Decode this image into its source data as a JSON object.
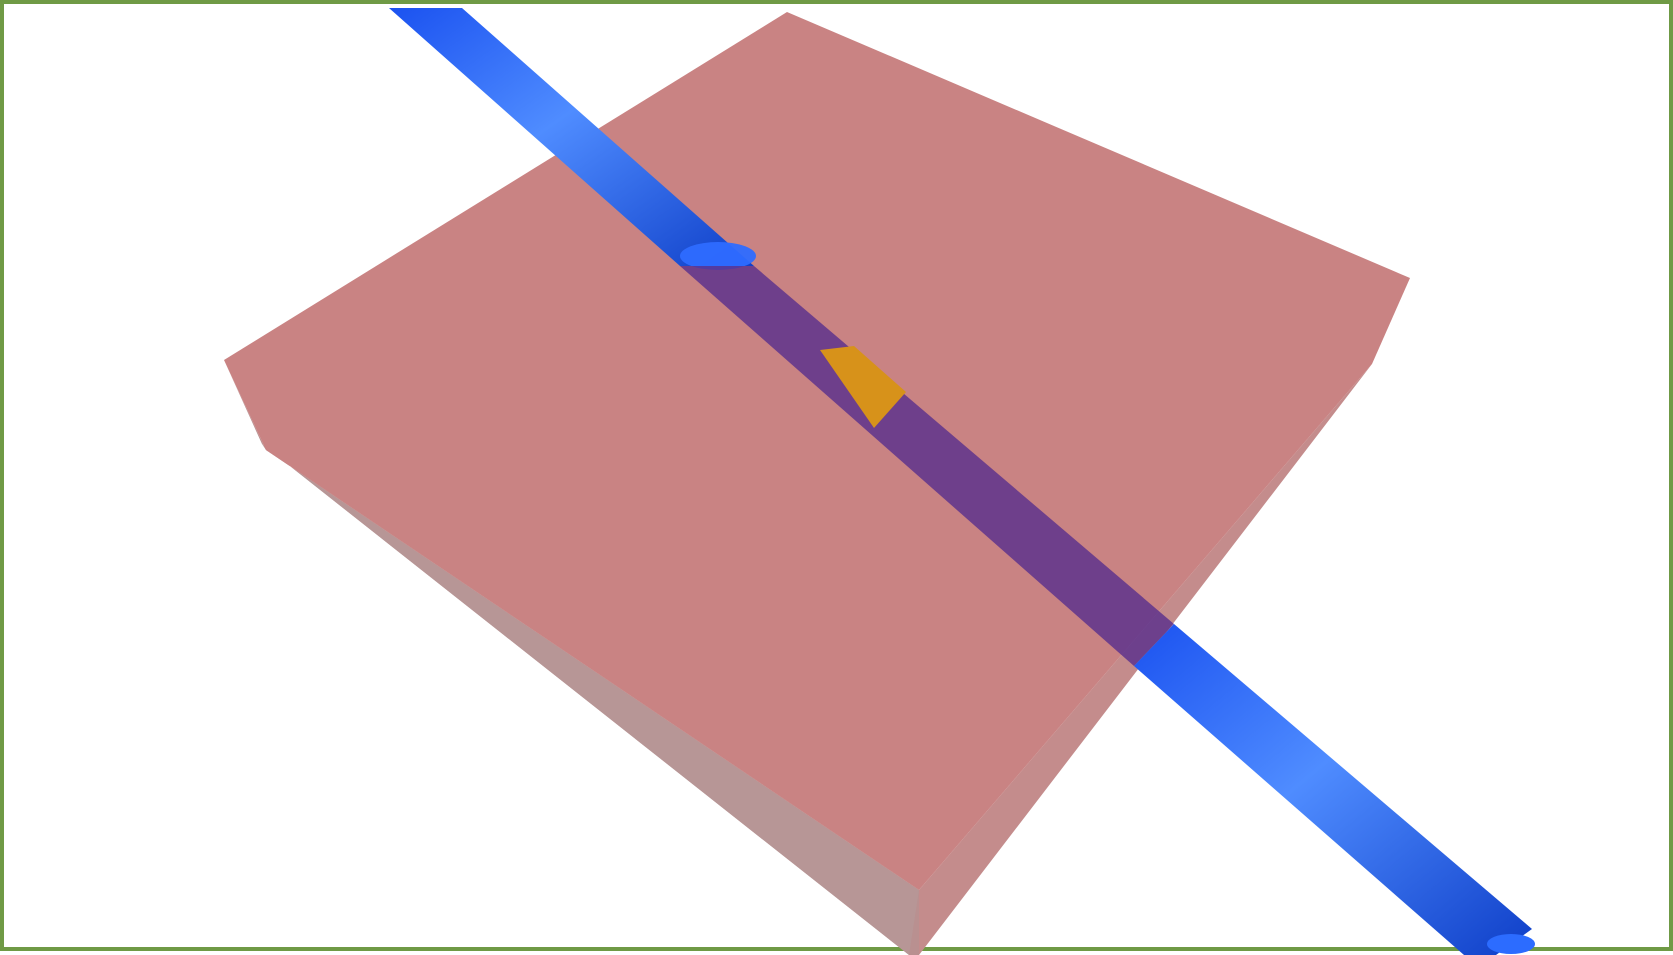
{
  "scene": {
    "colors": {
      "border": "#6f9a45",
      "background": "#ffffff",
      "slab_top": "#c98383",
      "slab_side": "#bf8a8a",
      "slab_front": "#b89494",
      "rod": "#2d6dff",
      "rod_highlight": "#6ea0ff",
      "rod_shadow": "#1145d6",
      "rod_inside": "#5a2f8c",
      "band": "#d7921a"
    },
    "objects": [
      {
        "name": "slab",
        "kind": "translucent rectangular block"
      },
      {
        "name": "rod",
        "kind": "blue cylinder"
      },
      {
        "name": "band",
        "kind": "orange ring segment"
      }
    ]
  }
}
